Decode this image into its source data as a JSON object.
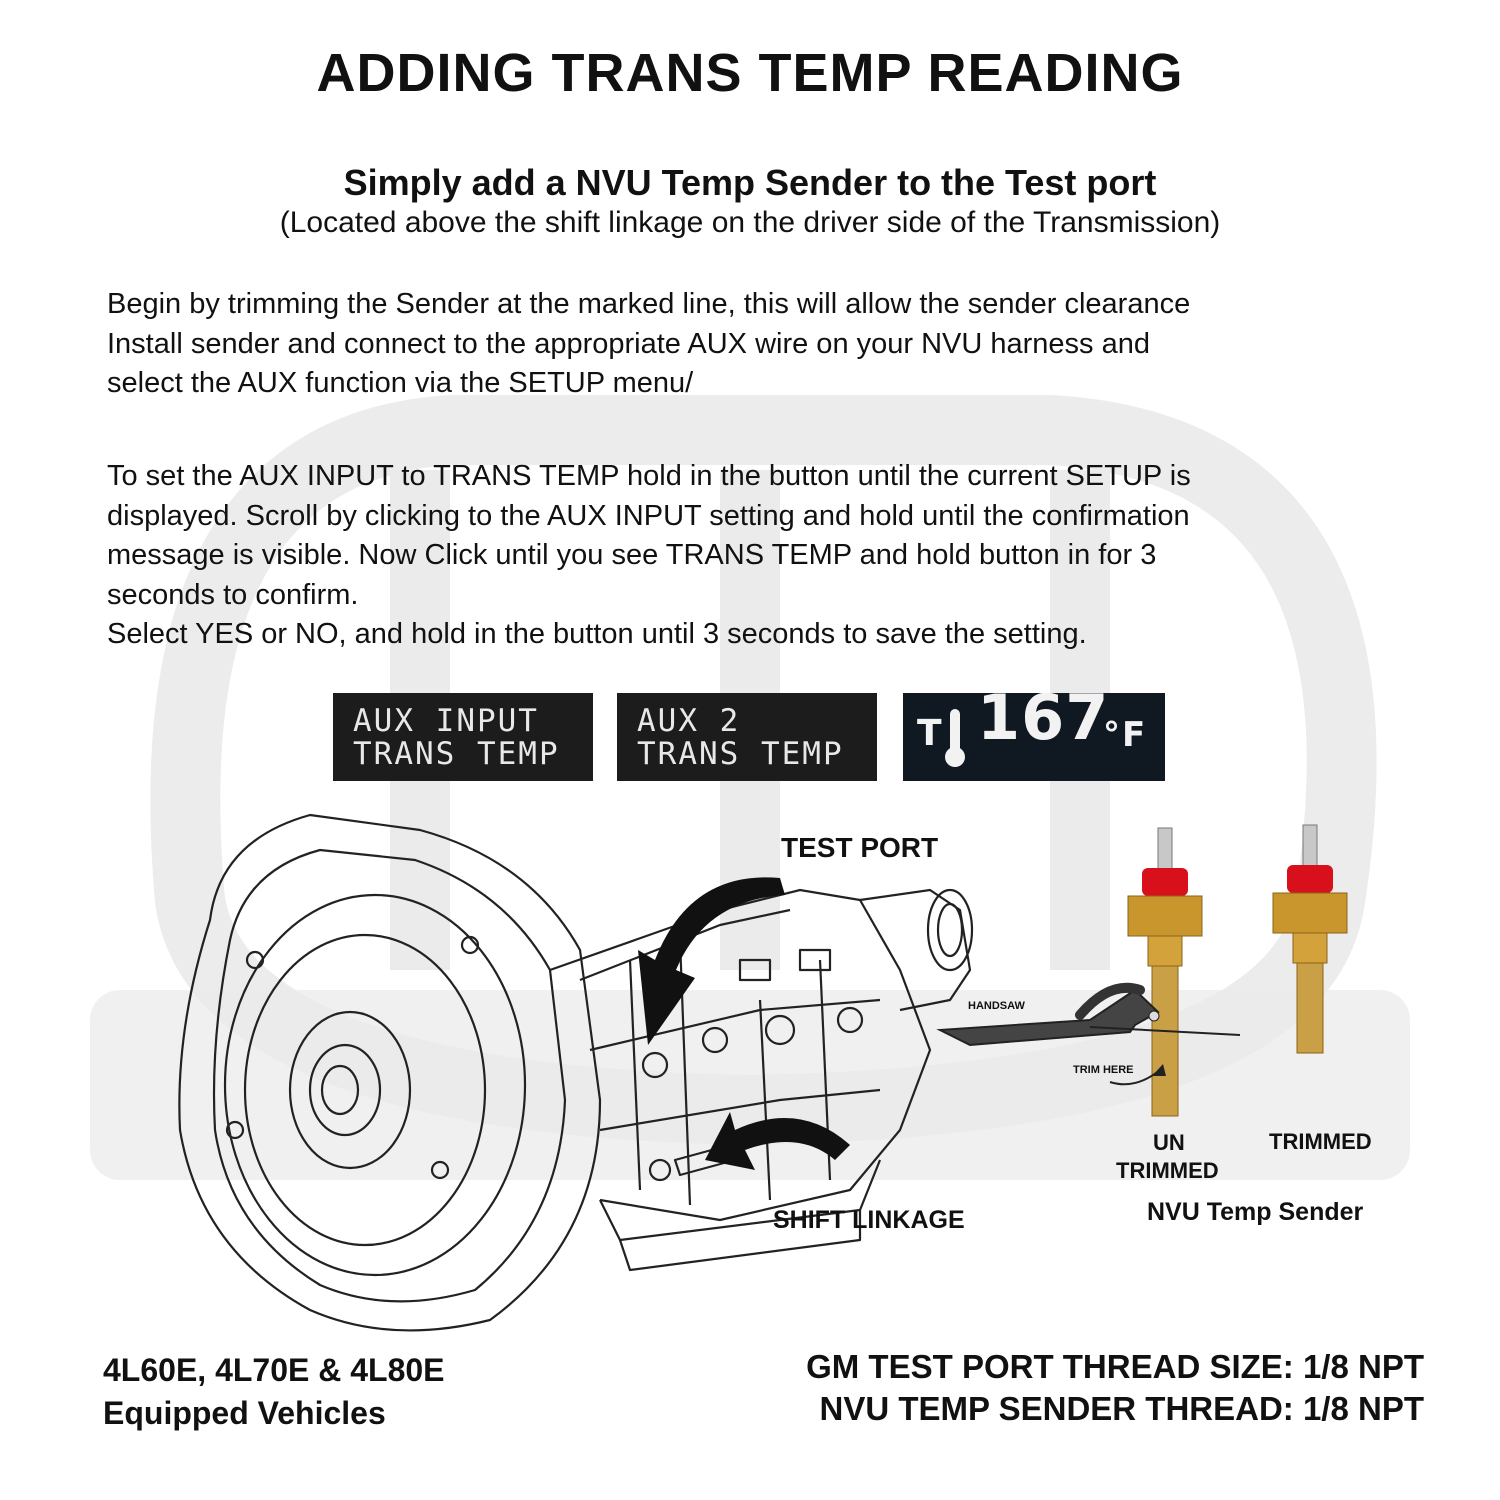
{
  "title": "ADDING TRANS TEMP READING",
  "subtitle": "Simply add a NVU Temp Sender to the Test port",
  "subtitle_note": "(Located above the shift linkage on the driver side of the Transmission)",
  "paragraph1": [
    "Begin by trimming the Sender at the marked line, this will allow the sender clearance",
    "Install sender and connect to the appropriate AUX wire on your NVU harness and",
    "select the AUX function via the SETUP menu/"
  ],
  "paragraph2": [
    "To set the AUX INPUT to TRANS TEMP hold in the button until the current SETUP is",
    "displayed.  Scroll by clicking to the AUX INPUT setting and hold until the confirmation",
    "message is visible. Now Click until you see TRANS TEMP and hold button in for 3",
    "seconds to confirm.",
    "Select YES or NO, and hold in the button until 3 seconds to save the setting."
  ],
  "displays": [
    {
      "line1": "AUX INPUT",
      "line2": "TRANS TEMP"
    },
    {
      "line1": "AUX 2",
      "line2": "TRANS TEMP"
    },
    {
      "prefix": "T",
      "value": "167",
      "unit": "°F"
    }
  ],
  "labels": {
    "test_port": "TEST PORT",
    "shift_linkage": "SHIFT LINKAGE",
    "handsaw": "HANDSAW",
    "trim_here": "TRIM HERE",
    "untrimmed_1": "UN",
    "untrimmed_2": "TRIMMED",
    "trimmed": "TRIMMED",
    "sender_caption": "NVU Temp Sender"
  },
  "footer": {
    "vehicles_line1": "4L60E, 4L70E & 4L80E",
    "vehicles_line2": "Equipped Vehicles",
    "thread_gm": "GM TEST PORT THREAD SIZE: 1/8 NPT",
    "thread_nvu": "NVU TEMP SENDER THREAD: 1/8 NPT"
  },
  "colors": {
    "sender_cap": "#d8101c",
    "sender_brass": "#c9962e",
    "lcd_bg": "#1c1c1c",
    "watermark": "#e9e9e9"
  }
}
